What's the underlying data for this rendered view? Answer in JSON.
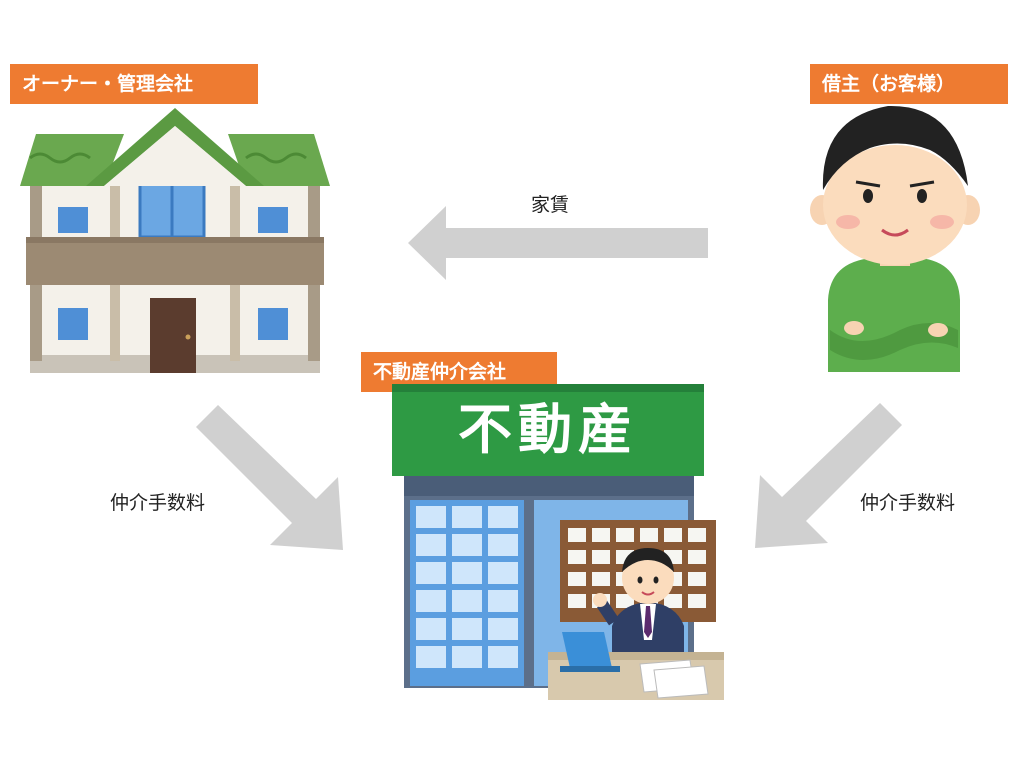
{
  "labels": {
    "owner": "オーナー・管理会社",
    "tenant": "借主（お客様）",
    "agency": "不動産仲介会社"
  },
  "flows": {
    "rent": "家賃",
    "fee_left": "仲介手数料",
    "fee_right": "仲介手数料"
  },
  "store_sign": "不動産",
  "colors": {
    "label_bg": "#ee7b31",
    "arrow": "#d0d0d0",
    "roof_green": "#6aa84f",
    "sign_green": "#2e9a44",
    "shirt_green": "#5dae4d"
  }
}
